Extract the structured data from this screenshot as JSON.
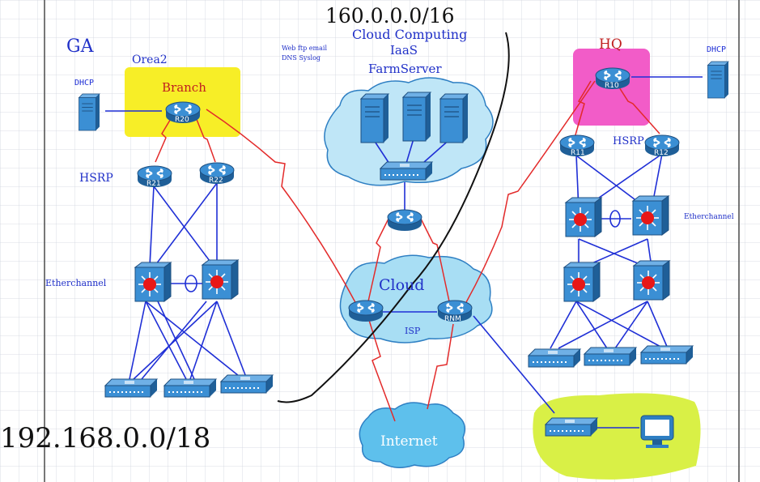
{
  "annotations": {
    "ip_top": "160.0.0.0/16",
    "ip_bottom": "192.168.0.0/18",
    "ga": "GA",
    "area2": "Orea2",
    "branch": "Branch",
    "hq": "HQ",
    "cloud_computing": "Cloud Computing",
    "iaas": "IaaS",
    "farm_server": "FarmServer",
    "services_line1": "Web ftp email",
    "services_line2": "DNS Syslog",
    "hsrp_left": "HSRP",
    "hsrp_right": "HSRP",
    "etherchannel_left": "Etherchannel",
    "etherchannel_right": "Etherchannel",
    "cloud_isp": "Cloud",
    "isp": "ISP",
    "internet": "Internet"
  },
  "devices": {
    "dhcp_left": "DHCP",
    "dhcp_right": "DHCP",
    "r20": "R20",
    "r21": "R21",
    "r22": "R22",
    "r10": "R10",
    "r11": "R11",
    "r12": "R12",
    "rnm": "RNM"
  },
  "colors": {
    "branch_highlight": "#f7ee27",
    "hq_highlight": "#f25cc8",
    "remote_highlight": "#d9f046",
    "device_blue": "#2e7fc3",
    "cloud_fill": "#a8def4",
    "link_blue": "#1f2fd6",
    "link_red": "#e32a2a",
    "ink_blue": "#2030c8"
  }
}
